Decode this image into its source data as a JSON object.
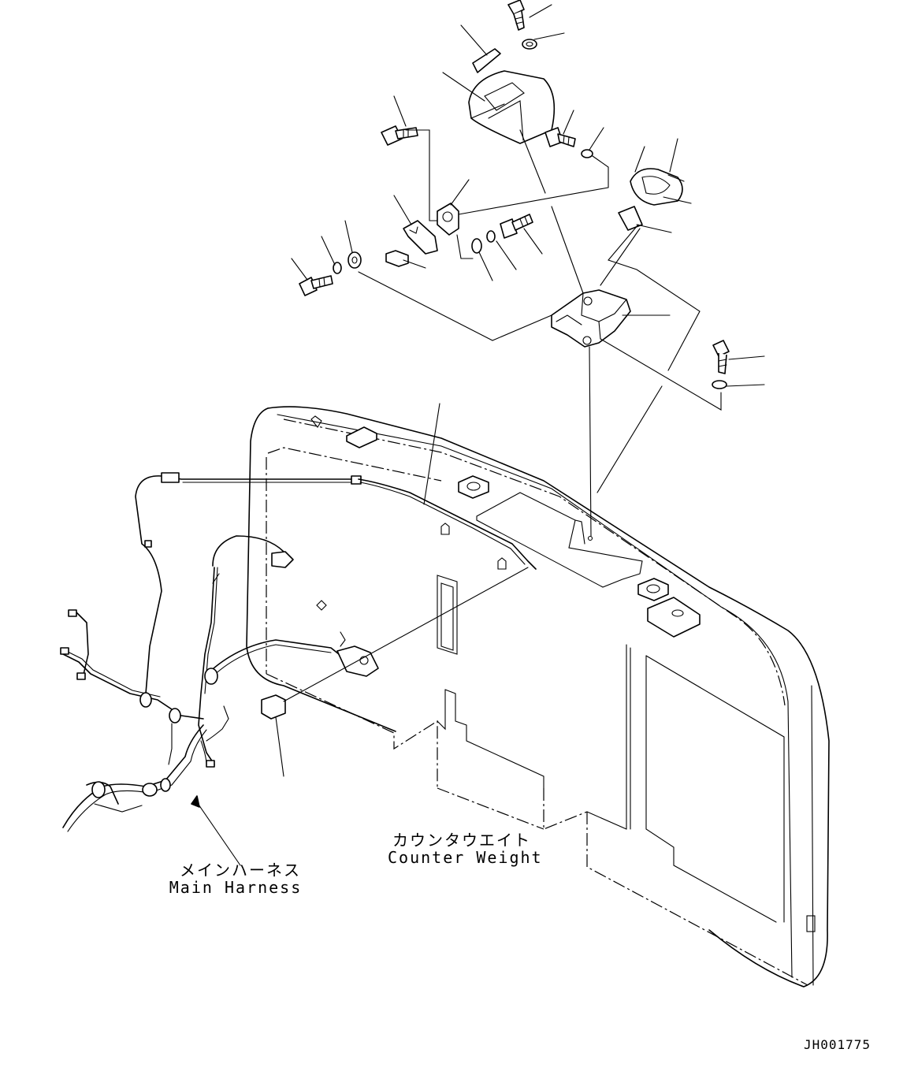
{
  "labels": {
    "main_harness_jp": "メインハーネス",
    "main_harness_en": "Main Harness",
    "counter_weight_jp": "カウンタウエイト",
    "counter_weight_en": "Counter Weight"
  },
  "drawing_code": "JH001775"
}
